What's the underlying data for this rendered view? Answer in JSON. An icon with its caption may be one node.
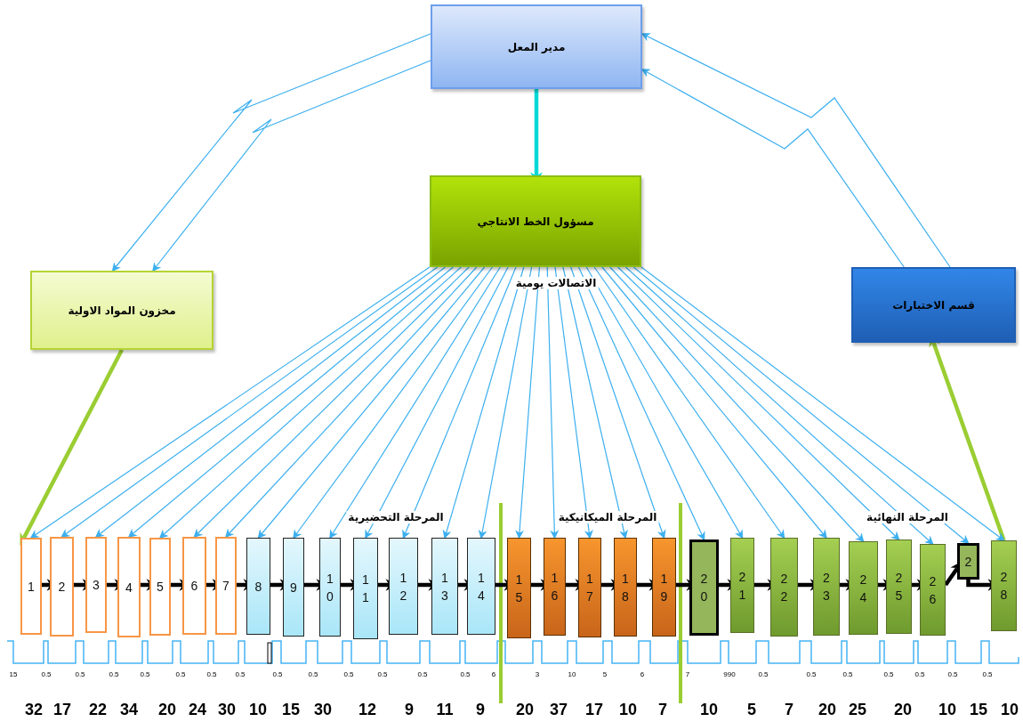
{
  "diagram": {
    "nodes": [
      {
        "text": [
          "مدير المعل"
        ]
      },
      {
        "text": [
          "مسؤول الخط الانتاجي"
        ]
      },
      {
        "text": [
          "مخزون المواد الاولية"
        ]
      },
      {
        "text": [
          "قسم الاختبارات"
        ]
      },
      {
        "text": [
          "1"
        ]
      },
      {
        "text": [
          "2"
        ]
      },
      {
        "text": [
          "3"
        ]
      },
      {
        "text": [
          "4"
        ]
      },
      {
        "text": [
          "5"
        ]
      },
      {
        "text": [
          "6"
        ]
      },
      {
        "text": [
          "7"
        ]
      },
      {
        "text": [
          "8"
        ]
      },
      {
        "text": [
          "9"
        ]
      },
      {
        "text": [
          "1 0"
        ]
      },
      {
        "text": [
          "1 1"
        ]
      },
      {
        "text": [
          "1 2"
        ]
      },
      {
        "text": [
          "1 3"
        ]
      },
      {
        "text": [
          "1 4"
        ]
      },
      {
        "text": [
          "1 5"
        ]
      },
      {
        "text": [
          "1 6"
        ]
      },
      {
        "text": [
          "1 7"
        ]
      },
      {
        "text": [
          "1 8"
        ]
      },
      {
        "text": [
          "1 9"
        ]
      },
      {
        "text": [
          "2 0"
        ]
      },
      {
        "text": [
          "2 1"
        ]
      },
      {
        "text": [
          "2 2"
        ]
      },
      {
        "text": [
          "2 3"
        ]
      },
      {
        "text": [
          "2 4"
        ]
      },
      {
        "text": [
          "2 5"
        ]
      },
      {
        "text": [
          "2 6"
        ]
      },
      {
        "text": [
          "2"
        ]
      },
      {
        "text": [
          "2 8"
        ]
      }
    ],
    "edges": [
      {
        "from": 0,
        "to": 1,
        "arrow": "to",
        "style": "thick",
        "color": "#00d8d8"
      },
      {
        "from": 0,
        "to": 2,
        "arrow": "to"
      },
      {
        "from": 0,
        "to": 2,
        "arrow": "to"
      },
      {
        "from": 3,
        "to": 0,
        "arrow": "to"
      },
      {
        "from": 3,
        "to": 0,
        "arrow": "to"
      },
      {
        "from": 2,
        "to": 4,
        "arrow": "to",
        "style": "thick",
        "color": "#9acd32"
      },
      {
        "from": 31,
        "to": 3,
        "arrow": "to",
        "style": "thick",
        "color": "#9acd32"
      },
      {
        "from": 1,
        "to": 4,
        "arrow": "to"
      },
      {
        "from": 1,
        "to": 5,
        "arrow": "to"
      },
      {
        "from": 1,
        "to": 6,
        "arrow": "to"
      },
      {
        "from": 1,
        "to": 7,
        "arrow": "to"
      },
      {
        "from": 1,
        "to": 8,
        "arrow": "to"
      },
      {
        "from": 1,
        "to": 9,
        "arrow": "to"
      },
      {
        "from": 1,
        "to": 10,
        "arrow": "to"
      },
      {
        "from": 1,
        "to": 11,
        "arrow": "to"
      },
      {
        "from": 1,
        "to": 12,
        "arrow": "to"
      },
      {
        "from": 1,
        "to": 13,
        "arrow": "to"
      },
      {
        "from": 1,
        "to": 14,
        "arrow": "to"
      },
      {
        "from": 1,
        "to": 15,
        "arrow": "to"
      },
      {
        "from": 1,
        "to": 16,
        "arrow": "to"
      },
      {
        "from": 1,
        "to": 17,
        "arrow": "to"
      },
      {
        "from": 1,
        "to": 18,
        "arrow": "to"
      },
      {
        "from": 1,
        "to": 19,
        "arrow": "to"
      },
      {
        "from": 1,
        "to": 20,
        "arrow": "to"
      },
      {
        "from": 1,
        "to": 21,
        "arrow": "to"
      },
      {
        "from": 1,
        "to": 22,
        "arrow": "to"
      },
      {
        "from": 1,
        "to": 23,
        "arrow": "to"
      },
      {
        "from": 1,
        "to": 24,
        "arrow": "to"
      },
      {
        "from": 1,
        "to": 25,
        "arrow": "to"
      },
      {
        "from": 1,
        "to": 26,
        "arrow": "to"
      },
      {
        "from": 1,
        "to": 27,
        "arrow": "to"
      },
      {
        "from": 1,
        "to": 28,
        "arrow": "to"
      },
      {
        "from": 1,
        "to": 29,
        "arrow": "to"
      },
      {
        "from": 1,
        "to": 30,
        "arrow": "to"
      },
      {
        "from": 1,
        "to": 31,
        "arrow": "to"
      },
      {
        "from": 4,
        "to": 5,
        "arrow": "to",
        "style": "thick",
        "color": "#000000"
      },
      {
        "from": 5,
        "to": 6,
        "arrow": "to",
        "style": "thick",
        "color": "#000000"
      },
      {
        "from": 6,
        "to": 7,
        "arrow": "to",
        "style": "thick",
        "color": "#000000"
      },
      {
        "from": 7,
        "to": 8,
        "arrow": "to",
        "style": "thick",
        "color": "#000000"
      },
      {
        "from": 8,
        "to": 9,
        "arrow": "to",
        "style": "thick",
        "color": "#000000"
      },
      {
        "from": 9,
        "to": 10,
        "arrow": "to",
        "style": "thick",
        "color": "#000000"
      },
      {
        "from": 10,
        "to": 11,
        "arrow": "to",
        "style": "thick",
        "color": "#000000"
      },
      {
        "from": 11,
        "to": 12,
        "arrow": "to",
        "style": "thick",
        "color": "#000000"
      },
      {
        "from": 12,
        "to": 13,
        "arrow": "to",
        "style": "thick",
        "color": "#000000"
      },
      {
        "from": 13,
        "to": 14,
        "arrow": "to",
        "style": "thick",
        "color": "#000000"
      },
      {
        "from": 14,
        "to": 15,
        "arrow": "to",
        "style": "thick",
        "color": "#000000"
      },
      {
        "from": 15,
        "to": 16,
        "arrow": "to",
        "style": "thick",
        "color": "#000000"
      },
      {
        "from": 16,
        "to": 17,
        "arrow": "to",
        "style": "thick",
        "color": "#000000"
      },
      {
        "from": 17,
        "to": 18,
        "arrow": "to",
        "style": "thick",
        "color": "#000000"
      },
      {
        "from": 18,
        "to": 19,
        "arrow": "to",
        "style": "thick",
        "color": "#000000"
      },
      {
        "from": 19,
        "to": 20,
        "arrow": "to",
        "style": "thick",
        "color": "#000000"
      },
      {
        "from": 20,
        "to": 21,
        "arrow": "to",
        "style": "thick",
        "color": "#000000"
      },
      {
        "from": 21,
        "to": 22,
        "arrow": "to",
        "style": "thick",
        "color": "#000000"
      },
      {
        "from": 22,
        "to": 23,
        "arrow": "to",
        "style": "thick",
        "color": "#000000"
      },
      {
        "from": 23,
        "to": 24,
        "arrow": "to",
        "style": "thick",
        "color": "#000000"
      },
      {
        "from": 24,
        "to": 25,
        "arrow": "to",
        "style": "thick",
        "color": "#000000"
      },
      {
        "from": 25,
        "to": 26,
        "arrow": "to",
        "style": "thick",
        "color": "#000000"
      },
      {
        "from": 26,
        "to": 27,
        "arrow": "to",
        "style": "thick",
        "color": "#000000"
      },
      {
        "from": 27,
        "to": 28,
        "arrow": "to",
        "style": "thick",
        "color": "#000000"
      },
      {
        "from": 28,
        "to": 29,
        "arrow": "to",
        "style": "thick",
        "color": "#000000"
      },
      {
        "from": 29,
        "to": 30,
        "arrow": "to",
        "style": "thick",
        "color": "#000000"
      },
      {
        "from": 30,
        "to": 31,
        "arrow": "to",
        "style": "thick",
        "color": "#000000"
      }
    ],
    "labels": [
      "الاتصالات يومية",
      "المرحلة التحضيرية",
      "المرحلة الميكانيكية",
      "المرحلة النهائية",
      "15",
      "0.5",
      "0.5",
      "0.5",
      "0.5",
      "0.5",
      "0.5",
      "0.5",
      "0.5",
      "0.5",
      "0.5",
      "0.5",
      "0.5",
      "0.5",
      "6",
      "3",
      "10",
      "5",
      "6",
      "7",
      "990",
      "0.5",
      "0.5",
      "0.5",
      "0.5",
      "0.5",
      "0.5",
      "0.5",
      "32",
      "17",
      "22",
      "34",
      "20",
      "24",
      "30",
      "10",
      "15",
      "30",
      "12",
      "9",
      "11",
      "9",
      "20",
      "37",
      "17",
      "10",
      "7",
      "10",
      "5",
      "7",
      "20",
      "25",
      "20",
      "10",
      "15",
      "10"
    ]
  }
}
